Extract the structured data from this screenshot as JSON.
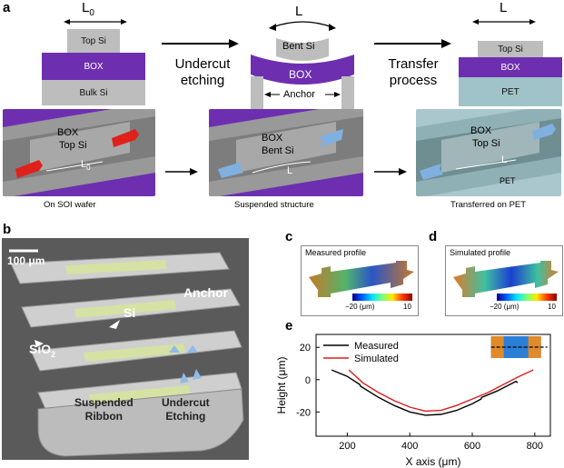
{
  "panels": {
    "a": {
      "letter": "a",
      "left_stack": {
        "dim": "L",
        "dim_sub": "0",
        "top": "Top Si",
        "mid": "BOX",
        "bottom": "Bulk Si"
      },
      "process1": {
        "line1": "Undercut",
        "line2": "etching"
      },
      "center_stack": {
        "dim": "L",
        "top": "Bent Si",
        "mid": "BOX",
        "anchor": "Anchor"
      },
      "process2": {
        "line1": "Transfer",
        "line2": "process"
      },
      "right_stack": {
        "dim": "L",
        "top": "Top Si",
        "mid": "BOX",
        "bottom": "PET"
      },
      "micrographs": [
        {
          "box": "BOX",
          "si": "Top Si",
          "dim": "L",
          "dim_sub": "0",
          "caption": "On SOI wafer"
        },
        {
          "box": "BOX",
          "si": "Bent Si",
          "dim": "L",
          "caption": "Suspended structure"
        },
        {
          "box": "BOX",
          "si": "Top Si",
          "dim": "L",
          "pet": "PET",
          "caption": "Transferred on PET"
        }
      ]
    },
    "b": {
      "letter": "b",
      "scale": "100 μm",
      "anchor": "Anchor",
      "si": "Si",
      "sio2": "SiO",
      "sio2_sub": "2",
      "suspended": {
        "line1": "Suspended",
        "line2": "Ribbon"
      },
      "undercut": {
        "line1": "Undercut",
        "line2": "Etching"
      }
    },
    "c": {
      "letter": "c",
      "title": "Measured profile",
      "cb_min": "−20 (μm)",
      "cb_max": "10"
    },
    "d": {
      "letter": "d",
      "title": "Simulated profile",
      "cb_min": "−20 (μm)",
      "cb_max": "10"
    },
    "e": {
      "letter": "e"
    }
  },
  "chart_data": {
    "type": "line",
    "xlabel": "X axis (μm)",
    "ylabel": "Height (μm)",
    "xlim": [
      100,
      850
    ],
    "ylim": [
      -35,
      28
    ],
    "xticks": [
      200,
      400,
      600,
      800
    ],
    "yticks": [
      20,
      0,
      -20
    ],
    "legend": "top-left",
    "series": [
      {
        "name": "Measured",
        "color": "#000000",
        "x": [
          150,
          200,
          240,
          242,
          300,
          350,
          400,
          450,
          500,
          550,
          600,
          628,
          630,
          680,
          740,
          745
        ],
        "y": [
          6,
          2,
          -3,
          -4,
          -11,
          -16,
          -20,
          -22,
          -21.5,
          -19,
          -15,
          -12,
          -11,
          -7,
          -1,
          -2
        ]
      },
      {
        "name": "Simulated",
        "color": "#e01b1b",
        "x": [
          205,
          250,
          300,
          350,
          400,
          450,
          500,
          550,
          600,
          650,
          700,
          750,
          795
        ],
        "y": [
          6,
          -2,
          -8,
          -13,
          -17,
          -19.5,
          -19,
          -16,
          -12,
          -8,
          -3,
          2,
          6
        ]
      }
    ]
  },
  "colors": {
    "purple": "#6d2fb0",
    "si_gray": "#bdbdbd",
    "pet": "#9fc3c8",
    "red_arrow": "#e0201a",
    "blue_arrow": "#7fb0e0"
  }
}
